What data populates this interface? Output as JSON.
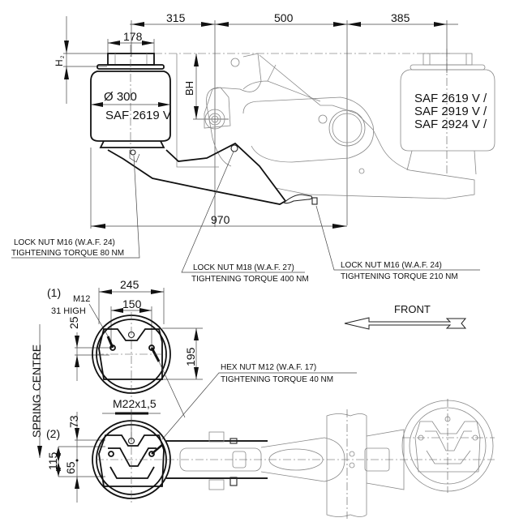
{
  "drawing": {
    "side_view": {
      "dimensions": {
        "d_315": "315",
        "d_500": "500",
        "d_385": "385",
        "d_178": "178",
        "d_970": "970",
        "h2_label": "H",
        "h2_sub": "2",
        "bh_label": "BH"
      },
      "left_bellow": {
        "diameter": "Ø 300",
        "model": "SAF 2619 V"
      },
      "right_bellow": {
        "lines": [
          "SAF 2619 V /",
          "SAF 2919 V /",
          "SAF 2924 V /"
        ]
      },
      "callouts": [
        {
          "line1": "LOCK NUT M16 (W.A.F. 24)",
          "line2": "TIGHTENING TORQUE 80 NM"
        },
        {
          "line1": "LOCK NUT M18 (W.A.F. 27)",
          "line2": "TIGHTENING TORQUE 400 NM"
        },
        {
          "line1": "LOCK NUT M16 (W.A.F. 24)",
          "line2": "TIGHTENING TORQUE 210 NM"
        }
      ]
    },
    "top_view": {
      "marker_1": "(1)",
      "marker_2": "(2)",
      "m12": "M12",
      "high": "31 HIGH",
      "d_245": "245",
      "d_150": "150",
      "d_25": "25",
      "d_195": "195",
      "m22": "M22x1,5",
      "d_73": "73",
      "d_115": "115",
      "d_65": "65",
      "spring_centre": "SPRING CENTRE",
      "hex_nut": {
        "line1": "HEX NUT M12 (W.A.F. 17)",
        "line2": "TIGHTENING TORQUE 40 NM"
      },
      "front": "FRONT"
    }
  }
}
